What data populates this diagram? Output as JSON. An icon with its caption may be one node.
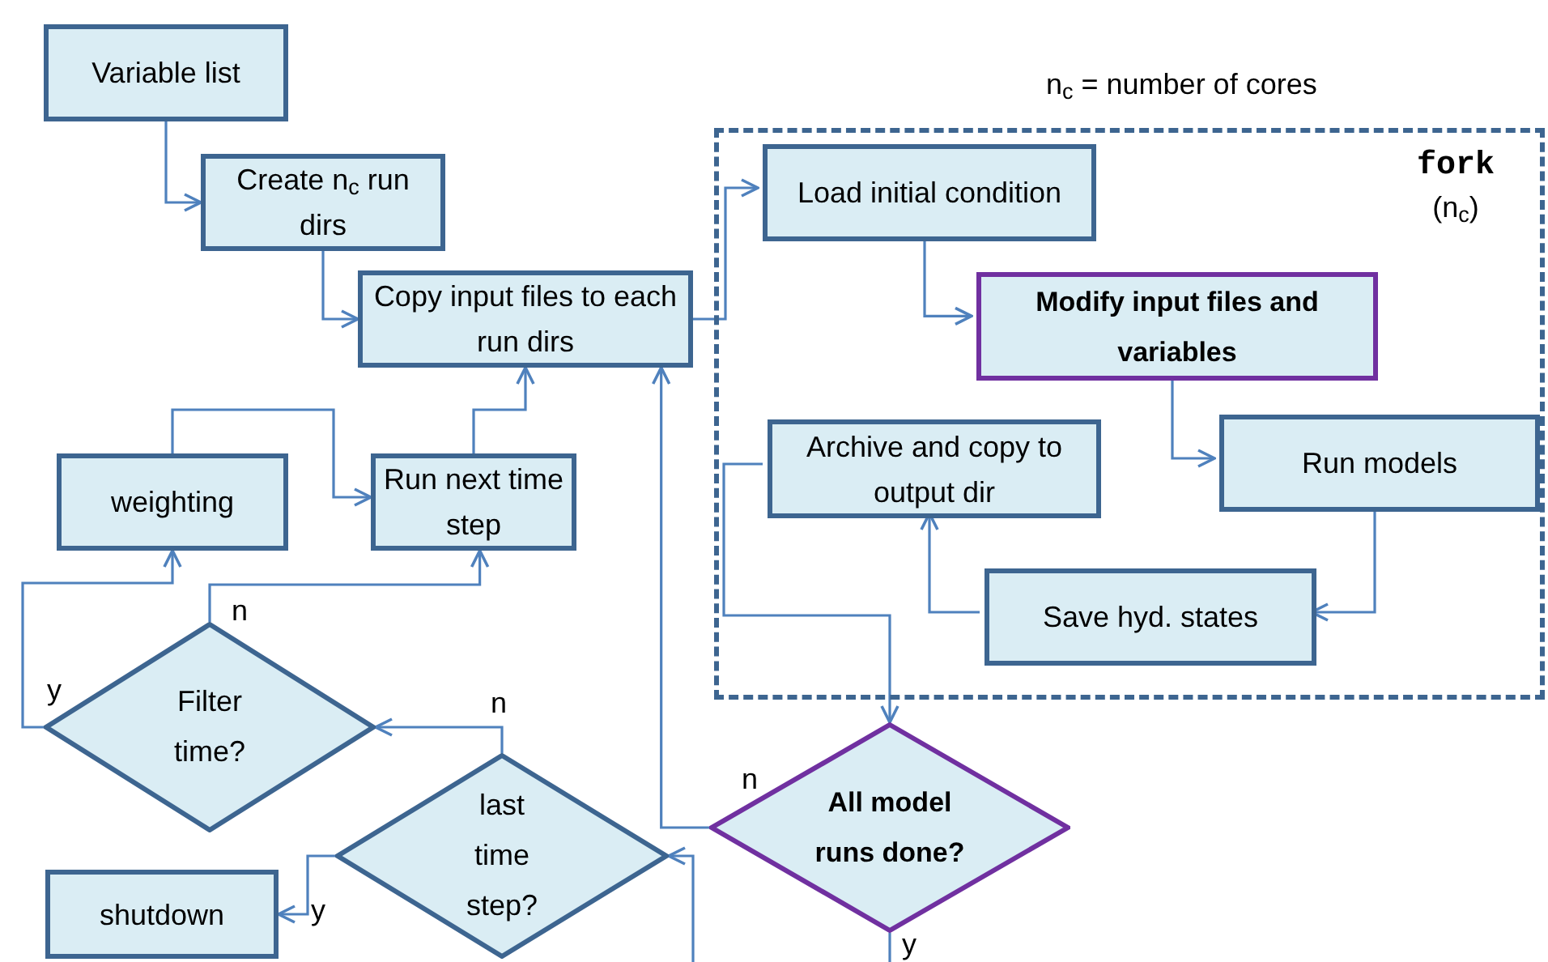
{
  "diagram": {
    "nodes": [
      {
        "text": [
          "Variable list"
        ]
      },
      {
        "text": [
          "Create n$_{c}$ run dirs"
        ]
      },
      {
        "text": [
          "Copy input files to each run dirs"
        ]
      },
      {
        "text": [
          "fork",
          "(n$_{c}$)"
        ]
      },
      {
        "text": [
          "Load initial condition"
        ],
        "in": 3
      },
      {
        "text": [
          "Modify input files and variables"
        ],
        "in": 3
      },
      {
        "text": [
          "Archive and copy to output dir"
        ],
        "in": 3
      },
      {
        "text": [
          "Run models"
        ],
        "in": 3
      },
      {
        "text": [
          "Save hyd. states"
        ],
        "in": 3
      },
      {
        "text": [
          "weighting"
        ]
      },
      {
        "text": [
          "Run next time step"
        ]
      },
      {
        "text": [
          "Filter time?"
        ]
      },
      {
        "text": [
          "last time step?"
        ]
      },
      {
        "text": [
          "All model runs done?"
        ]
      },
      {
        "text": [
          "shutdown"
        ]
      }
    ],
    "edges": [
      {
        "from": 0,
        "to": 1,
        "arrow": "to"
      },
      {
        "from": 1,
        "to": 2,
        "arrow": "to"
      },
      {
        "from": 2,
        "to": 4,
        "arrow": "to"
      },
      {
        "from": 4,
        "to": 5,
        "arrow": "to"
      },
      {
        "from": 5,
        "to": 7,
        "arrow": "to"
      },
      {
        "from": 7,
        "to": 8,
        "arrow": "to"
      },
      {
        "from": 8,
        "to": 6,
        "arrow": "to"
      },
      {
        "from": 6,
        "to": 13,
        "arrow": "to"
      },
      {
        "from": 13,
        "to": 2,
        "arrow": "to",
        "label": "n"
      },
      {
        "from": 13,
        "to": null,
        "arrow": "none",
        "label": "y"
      },
      {
        "from": null,
        "to": 12,
        "arrow": "to"
      },
      {
        "from": 12,
        "to": 11,
        "arrow": "to",
        "label": "n"
      },
      {
        "from": 12,
        "to": 14,
        "arrow": "to",
        "label": "y"
      },
      {
        "from": 11,
        "to": 9,
        "arrow": "to",
        "label": "y"
      },
      {
        "from": 11,
        "to": 10,
        "arrow": "to",
        "label": "n"
      },
      {
        "from": 9,
        "to": 10,
        "arrow": "to"
      },
      {
        "from": 10,
        "to": 2,
        "arrow": "to"
      }
    ],
    "labels": [
      "n$_{c}$ = number of cores"
    ]
  }
}
